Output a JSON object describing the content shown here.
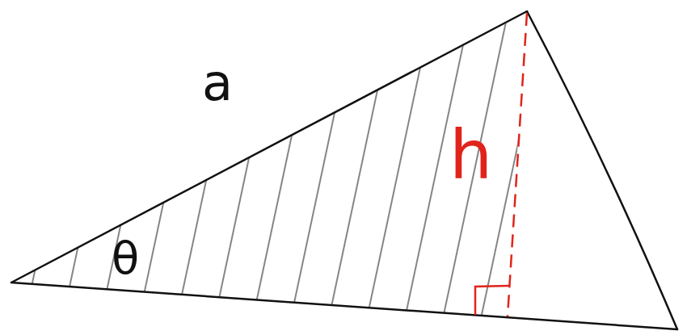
{
  "diagram": {
    "labels": [
      "a",
      "θ",
      "h"
    ]
  }
}
